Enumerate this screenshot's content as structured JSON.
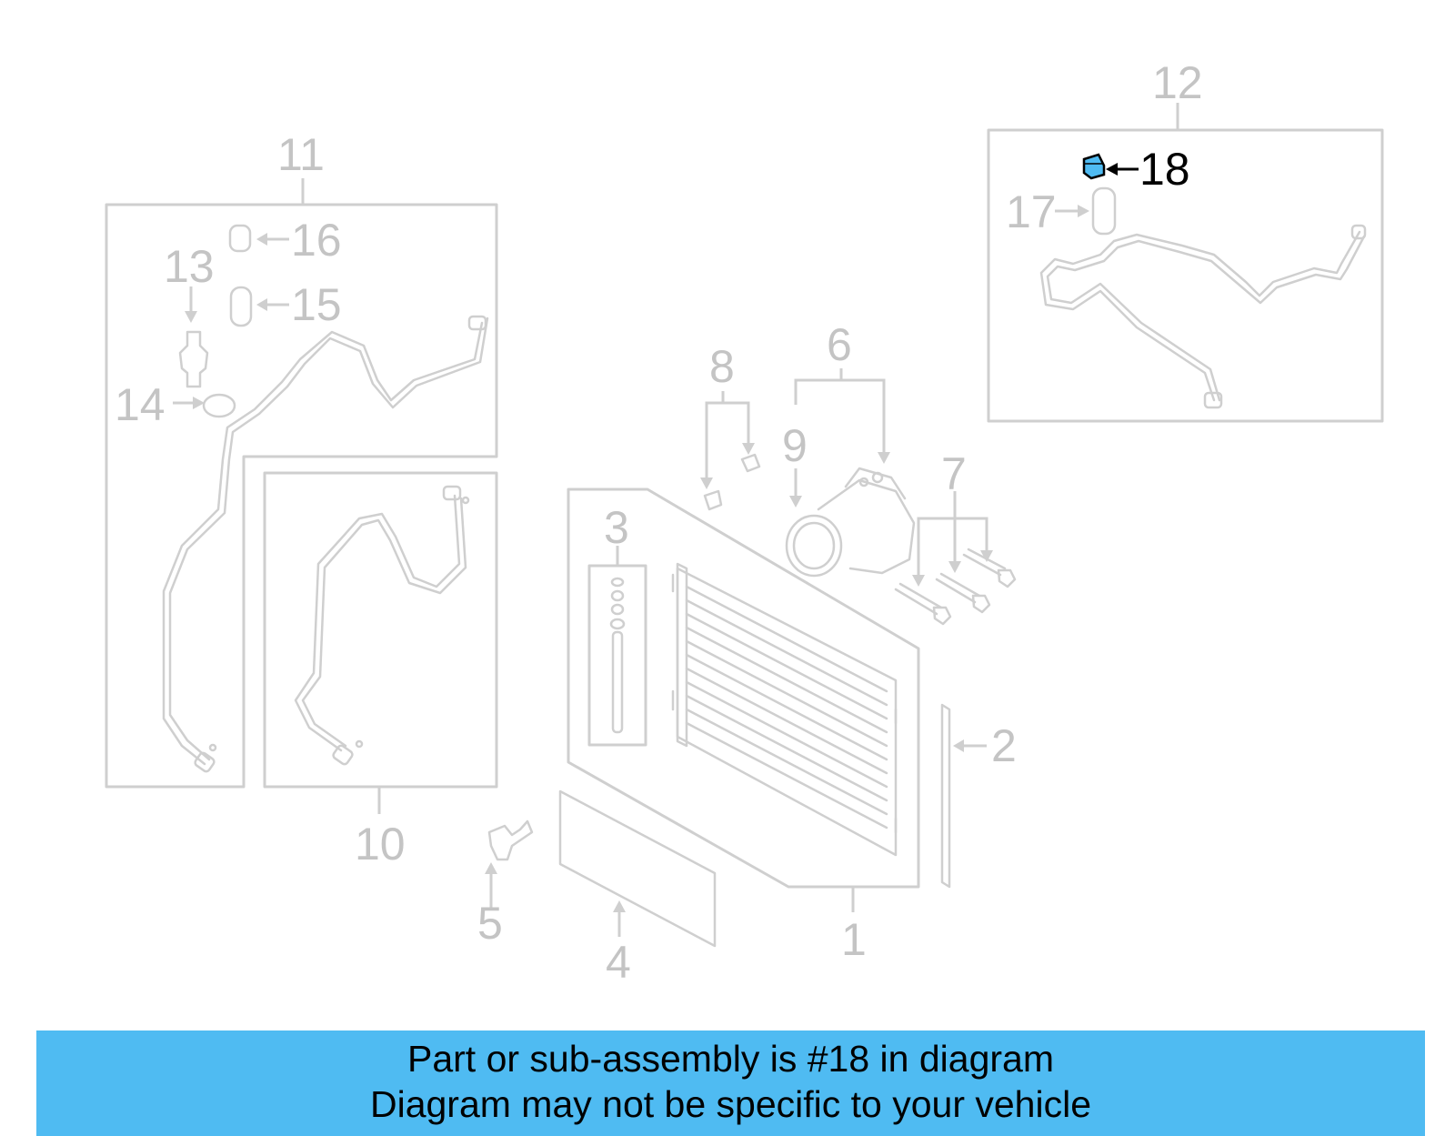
{
  "diagram": {
    "callouts": [
      "1",
      "2",
      "3",
      "4",
      "5",
      "6",
      "7",
      "8",
      "9",
      "10",
      "11",
      "12",
      "13",
      "14",
      "15",
      "16",
      "17",
      "18"
    ],
    "highlighted_part": "18",
    "highlight_color": "#4fbbf2",
    "line_color": "#cfcfcf",
    "label_color": "#c4c4c4"
  },
  "banner": {
    "line1": "Part or sub-assembly is #18 in diagram",
    "line2": "Diagram may not be specific to your vehicle",
    "background": "#4fbbf2"
  }
}
